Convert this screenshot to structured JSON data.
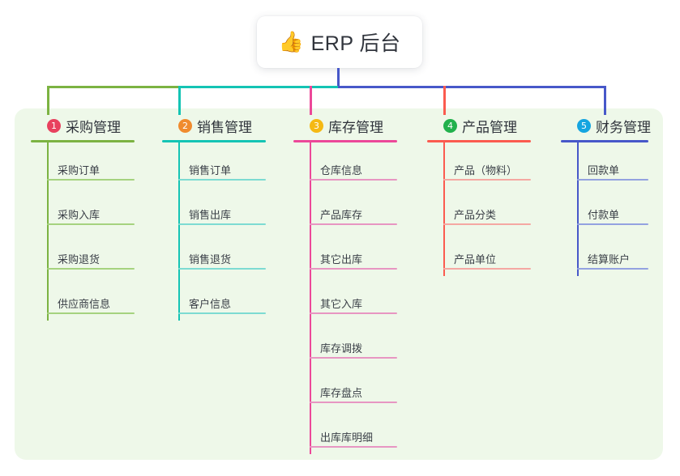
{
  "diagram": {
    "type": "mindmap",
    "root": {
      "emoji": "icon-thumbs-up",
      "emoji_glyph": "👍",
      "title": "ERP 后台"
    },
    "panel_color": "#eef8e9",
    "columns": [
      {
        "index": "1",
        "title": "采购管理",
        "badge_color": "#e8415e",
        "accent_color": "#7cb342",
        "leaf_color": "#a5d37f",
        "connector_color": "#7cb342",
        "items": [
          "采购订单",
          "采购入库",
          "采购退货",
          "供应商信息"
        ]
      },
      {
        "index": "2",
        "title": "销售管理",
        "badge_color": "#f08b2e",
        "accent_color": "#14c4b4",
        "leaf_color": "#7ddbd2",
        "connector_color": "#14c4b4",
        "items": [
          "销售订单",
          "销售出库",
          "销售退货",
          "客户信息"
        ]
      },
      {
        "index": "3",
        "title": "库存管理",
        "badge_color": "#f5b913",
        "accent_color": "#ec4899",
        "leaf_color": "#e796c2",
        "connector_color": "#ec4899",
        "items": [
          "仓库信息",
          "产品库存",
          "其它出库",
          "其它入库",
          "库存调拨",
          "库存盘点",
          "出库库明细"
        ]
      },
      {
        "index": "4",
        "title": "产品管理",
        "badge_color": "#22b14c",
        "accent_color": "#fb5b4f",
        "leaf_color": "#f5a8a2",
        "connector_color": "#fb5b4f",
        "items": [
          "产品（物料）",
          "产品分类",
          "产品单位"
        ]
      },
      {
        "index": "5",
        "title": "财务管理",
        "badge_color": "#15a5e0",
        "accent_color": "#4758c9",
        "leaf_color": "#93a2e0",
        "connector_color": "#4758c9",
        "items": [
          "回款单",
          "付款单",
          "结算账户"
        ]
      }
    ],
    "trunk": {
      "color": "#4758c9",
      "segments": [
        {
          "color": "#7cb342"
        },
        {
          "color": "#14c4b4"
        },
        {
          "color": "#4758c9"
        }
      ]
    }
  }
}
